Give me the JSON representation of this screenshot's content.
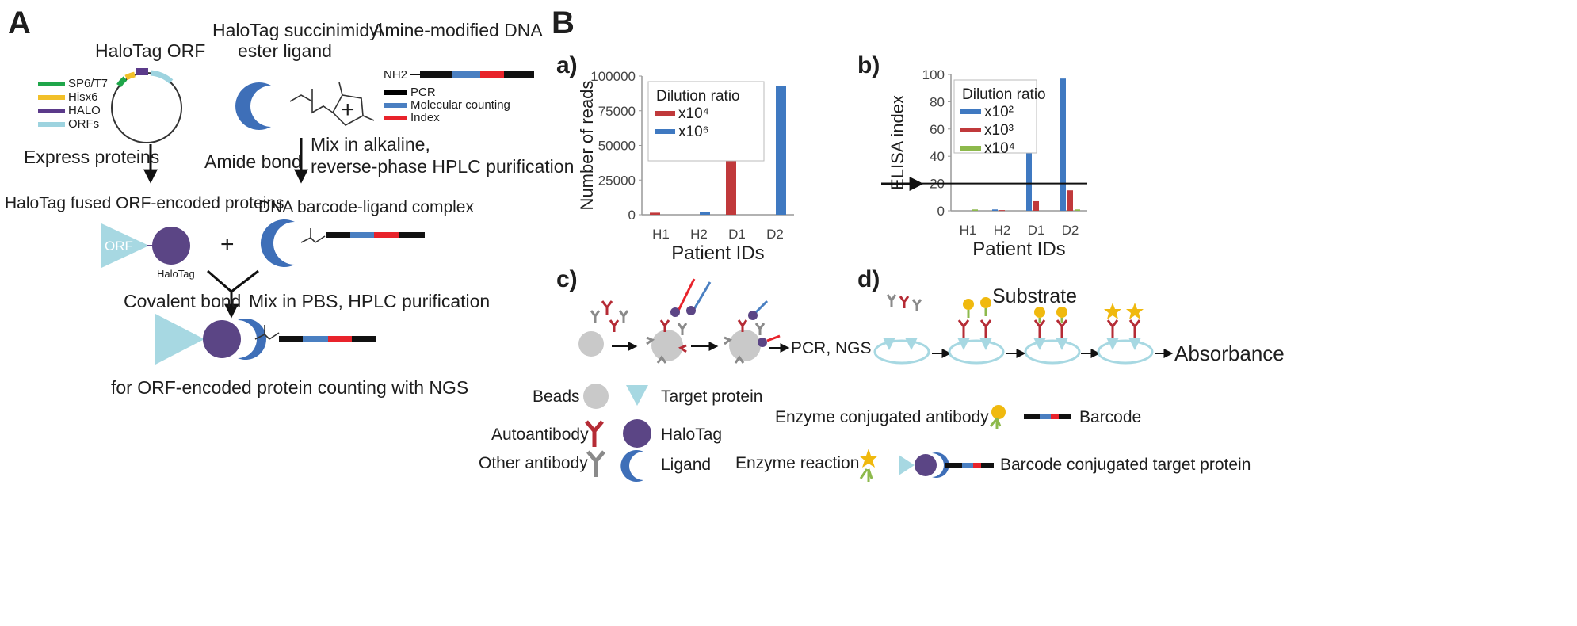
{
  "panels": {
    "a_label": "A",
    "b_label": "B",
    "sub_a": "a)",
    "sub_b": "b)",
    "sub_c": "c)",
    "sub_d": "d)"
  },
  "panel_a": {
    "orf_title": "HaloTag ORF",
    "ligand_title_1": "HaloTag succinimidyl",
    "ligand_title_2": "ester ligand",
    "dna_title": "Amine-modified DNA",
    "nh2": "NH2",
    "plasmid_legend": [
      {
        "label": "SP6/T7",
        "color": "#1fa64a"
      },
      {
        "label": "Hisx6",
        "color": "#f2c029"
      },
      {
        "label": "HALO",
        "color": "#5b3a8a"
      },
      {
        "label": "ORFs",
        "color": "#9dd3df"
      }
    ],
    "dna_legend": [
      {
        "label": "PCR",
        "color": "#000000"
      },
      {
        "label": "Molecular counting",
        "color": "#4a7fc1"
      },
      {
        "label": "Index",
        "color": "#e8232b"
      }
    ],
    "plus": "+",
    "express": "Express proteins",
    "amide": "Amide bond",
    "mix_alkaline": "Mix in alkaline,",
    "hplc_rp": "reverse-phase HPLC purification",
    "fused_title": "HaloTag fused ORF-encoded proteins",
    "complex_title": "DNA barcode-ligand complex",
    "orf": "ORF",
    "halotag": "HaloTag",
    "covalent": "Covalent bond",
    "mix_pbs": "Mix in PBS, HPLC purification",
    "final": "for ORF-encoded protein counting with NGS"
  },
  "chart_data": [
    {
      "type": "bar",
      "title": "",
      "xlabel": "Patient IDs",
      "ylabel": "Number  of reads",
      "ylim": [
        0,
        100000
      ],
      "yticks": [
        "0",
        "25000",
        "50000",
        "75000",
        "100000"
      ],
      "categories": [
        "H1",
        "H2",
        "D1",
        "D2"
      ],
      "legend_title": "Dilution ratio",
      "series": [
        {
          "name": "x10⁴",
          "color": "#c0393b",
          "values": [
            1500,
            0,
            41000,
            0
          ]
        },
        {
          "name": "x10⁶",
          "color": "#3f79c1",
          "values": [
            0,
            2000,
            0,
            93000
          ]
        }
      ]
    },
    {
      "type": "bar",
      "title": "",
      "xlabel": "Patient IDs",
      "ylabel": "ELISA index",
      "ylim": [
        0,
        100
      ],
      "yticks": [
        "0",
        "20",
        "40",
        "60",
        "80",
        "100"
      ],
      "categories": [
        "H1",
        "H2",
        "D1",
        "D2"
      ],
      "legend_title": "Dilution ratio",
      "threshold": 20,
      "series": [
        {
          "name": "x10²",
          "color": "#3f79c1",
          "values": [
            0,
            1,
            49,
            97
          ]
        },
        {
          "name": "x10³",
          "color": "#c0393b",
          "values": [
            0,
            0.5,
            7,
            15
          ]
        },
        {
          "name": "x10⁴",
          "color": "#8db94c",
          "values": [
            1,
            0,
            0,
            1
          ]
        }
      ]
    }
  ],
  "panel_c": {
    "pcr_ngs": "PCR, NGS"
  },
  "panel_d": {
    "substrate": "Substrate",
    "absorbance": "Absorbance"
  },
  "legend": {
    "beads": "Beads",
    "target": "Target protein",
    "autoantibody": "Autoantibody",
    "halotag": "HaloTag",
    "other_antibody": "Other antibody",
    "ligand": "Ligand",
    "enzyme_ab": "Enzyme conjugated antibody",
    "barcode": "Barcode",
    "enzyme_reaction": "Enzyme reaction",
    "barcode_target": "Barcode conjugated target protein"
  },
  "colors": {
    "halo_purple": "#5b4585",
    "ligand_blue": "#3e6fb8",
    "target_cyan": "#a7d8e2",
    "auto_red": "#b52b35",
    "other_grey": "#8a8a8a",
    "enzyme_yellow": "#f0b90e",
    "bead_grey": "#c9c9c9"
  }
}
